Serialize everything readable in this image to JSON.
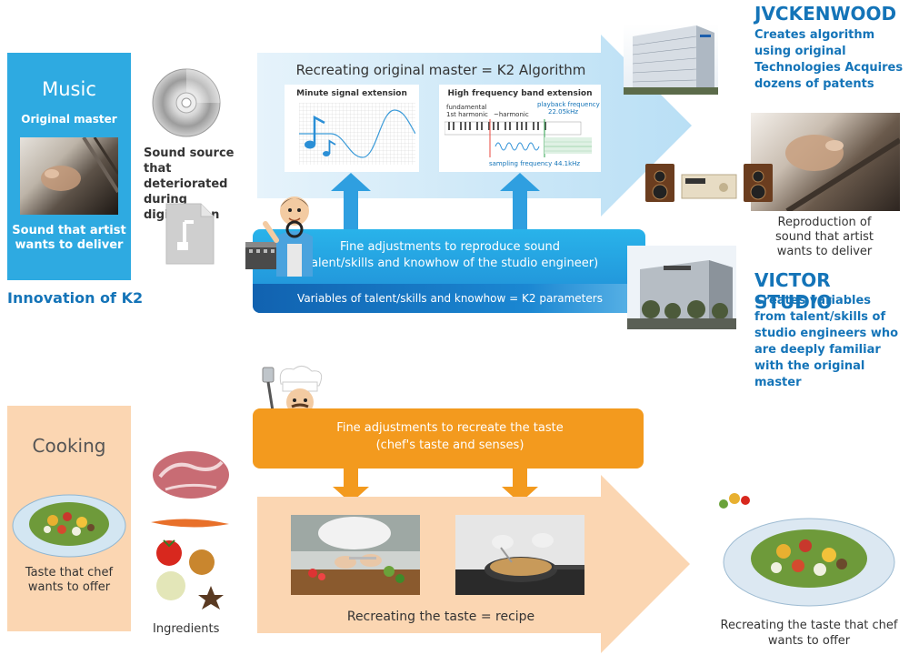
{
  "music": {
    "title": "Music",
    "subtitle": "Original master",
    "description": "Sound that artist wants to deliver",
    "innovation": "Innovation of K2"
  },
  "sound_source": "Sound source that deteriorated during digitization",
  "k2": {
    "title": "Recreating original master = K2 Algorithm",
    "minute_box": {
      "title": "Minute signal extension"
    },
    "high_box": {
      "title": "High frequency band extension",
      "fundamental": "fundamental",
      "first_harmonic": "1st harmonic",
      "harmonic": "~harmonic",
      "playback": "playback frequency",
      "playback_value": "22.05kHz",
      "sampling": "sampling frequency 44.1kHz"
    }
  },
  "fine": {
    "line1": "Fine adjustments to reproduce sound",
    "line2": "(talent/skills and knowhow of the studio engineer)",
    "variables": "Variables of talent/skills and knowhow = K2 parameters"
  },
  "jvc": {
    "name": "JVCKENWOOD",
    "description": "Creates algorithm using original Technologies Acquires dozens of patents"
  },
  "reproduction": "Reproduction of sound that artist wants to deliver",
  "victor": {
    "name": "VICTOR STUDIO",
    "description": "Creates variables from talent/skills of studio engineers who are deeply familiar with the original master"
  },
  "cooking": {
    "title": "Cooking",
    "description": "Taste that chef wants to offer",
    "ingredients": "Ingredients",
    "fine_line1": "Fine adjustments to recreate the taste",
    "fine_line2": "(chef's taste and senses)",
    "recipe": "Recreating the taste = recipe",
    "final": "Recreating the taste that chef wants to offer"
  },
  "colors": {
    "music_blue": "#2eaae1",
    "text_blue": "#1474b8",
    "light_blue_arrow": "#cfe9f9",
    "orange": "#f39a1e",
    "peach": "#fbd6b2"
  }
}
